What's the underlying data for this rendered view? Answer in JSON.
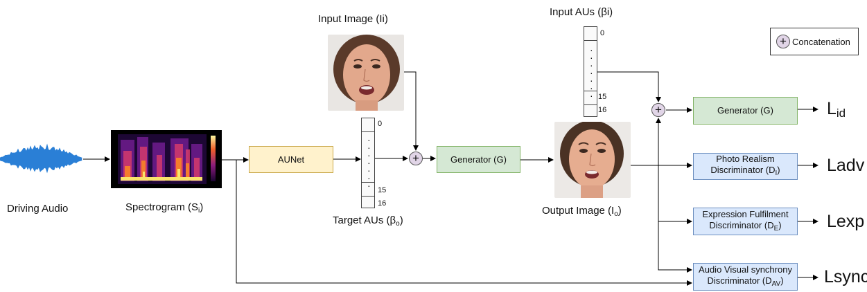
{
  "labels": {
    "driving_audio": "Driving Audio",
    "spectrogram": "Spectrogram (S",
    "spectrogram_sub": "i",
    "input_image": "Input Image (Ii)",
    "input_aus": "Input AUs (βi)",
    "target_aus": "Target AUs (β",
    "target_aus_sub": "o",
    "output_image": "Output Image (I",
    "output_image_sub": "o"
  },
  "legend": {
    "symbol": "+",
    "label": "Concatenation"
  },
  "vectors": {
    "target": {
      "top": "0",
      "bottom_a": "15",
      "bottom_b": "16"
    },
    "input": {
      "top": "0",
      "bottom_a": "15",
      "bottom_b": "16"
    }
  },
  "blocks": {
    "aunet": "AUNet",
    "generator_1": "Generator (G)",
    "generator_2": "Generator (G)",
    "photo_disc_l1": "Photo Realism",
    "photo_disc_l2": "Discriminator (D",
    "photo_disc_sub": "I",
    "expr_disc_l1": "Expression Fulfilment",
    "expr_disc_l2": "Discriminator (D",
    "expr_disc_sub": "E",
    "av_disc_l1": "Audio Visual synchrony",
    "av_disc_l2": "Discriminator (D",
    "av_disc_sub": "AV"
  },
  "losses": {
    "id_main": "L",
    "id_sub": "id",
    "adv": "Ladv",
    "exp": "Lexp",
    "sync": "Lsync"
  },
  "concat_symbol": "+",
  "colors": {
    "aunet": "#fff2cc",
    "generator": "#d5e8d4",
    "discriminator": "#dae8fc",
    "concat": "#e1d5e7",
    "waveform": "#2a7fd6"
  }
}
